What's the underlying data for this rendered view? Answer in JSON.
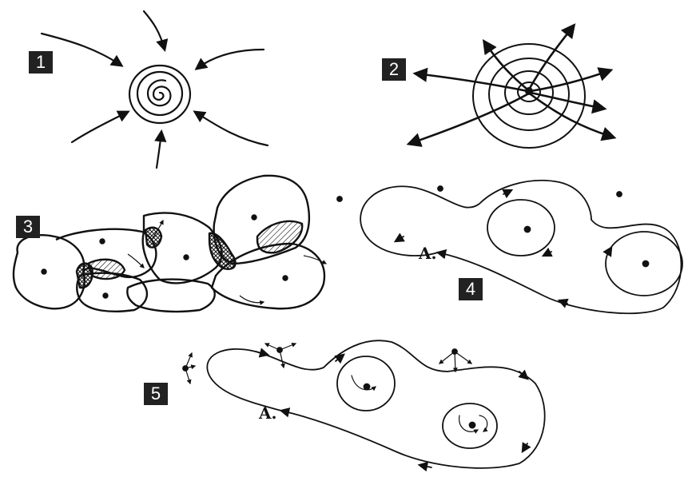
{
  "panels": [
    {
      "number": "1"
    },
    {
      "number": "2"
    },
    {
      "number": "3"
    },
    {
      "number": "4"
    },
    {
      "number": "5"
    }
  ],
  "annotations": {
    "panel4_point": "A.",
    "panel5_point": "A."
  },
  "colors": {
    "ink": "#111111",
    "badge_bg": "#222222",
    "badge_text": "#ffffff",
    "paper": "#ffffff"
  }
}
